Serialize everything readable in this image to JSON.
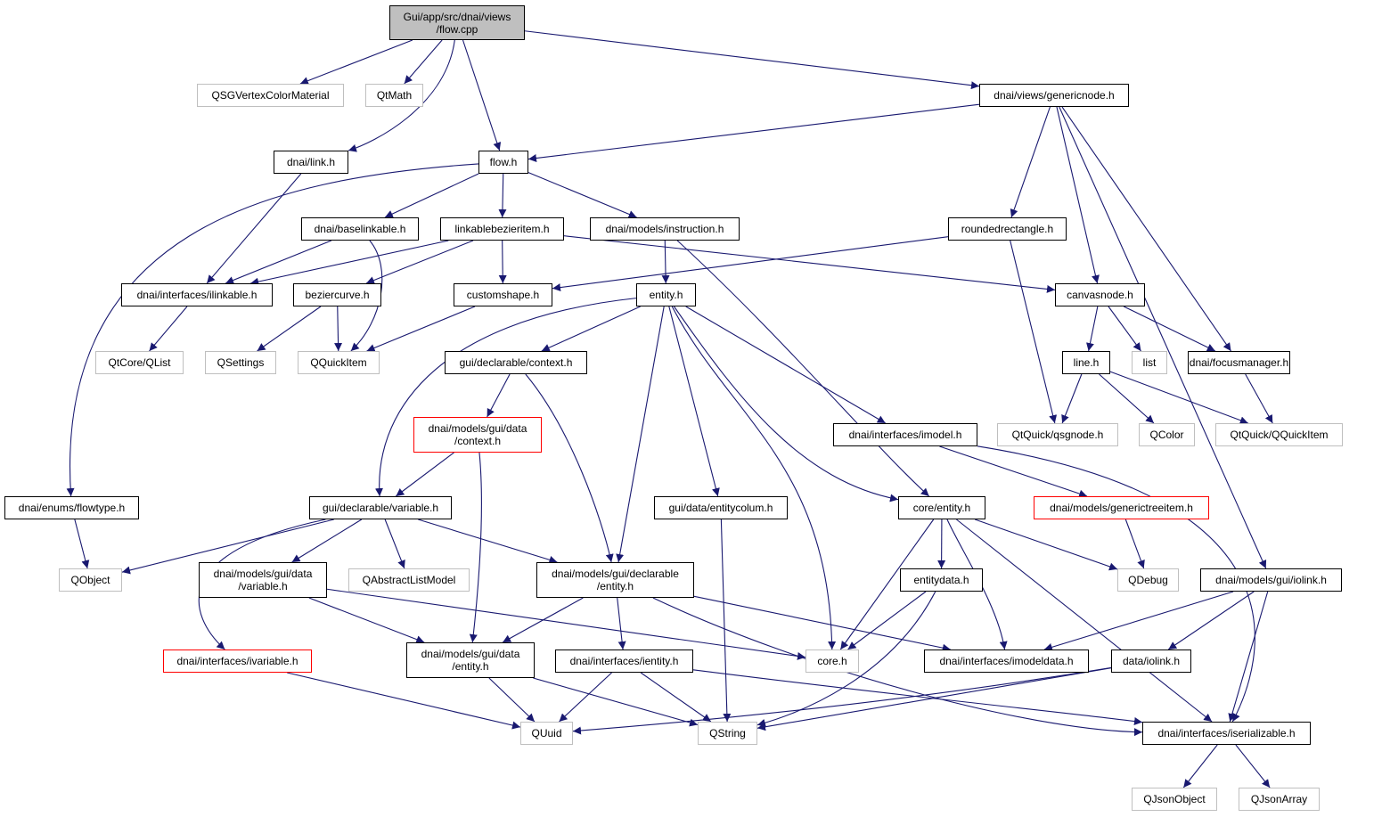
{
  "colors": {
    "edge": "#191970",
    "node_border": "#000000",
    "external_border": "#bfbfbf",
    "truncated_border": "#ff0000",
    "root_fill": "#bfbfbf"
  },
  "nodes": {
    "n0": {
      "label": "Gui/app/src/dnai/views\n/flow.cpp",
      "kind": "root"
    },
    "n1": {
      "label": "QSGVertexColorMaterial",
      "kind": "ext"
    },
    "n2": {
      "label": "QtMath",
      "kind": "ext"
    },
    "n3": {
      "label": "dnai/views/genericnode.h",
      "kind": "std"
    },
    "n4": {
      "label": "dnai/link.h",
      "kind": "std"
    },
    "n5": {
      "label": "flow.h",
      "kind": "std"
    },
    "n6": {
      "label": "dnai/baselinkable.h",
      "kind": "std"
    },
    "n7": {
      "label": "linkablebezieritem.h",
      "kind": "std"
    },
    "n8": {
      "label": "dnai/models/instruction.h",
      "kind": "std"
    },
    "n9": {
      "label": "roundedrectangle.h",
      "kind": "std"
    },
    "n10": {
      "label": "dnai/interfaces/ilinkable.h",
      "kind": "std"
    },
    "n11": {
      "label": "beziercurve.h",
      "kind": "std"
    },
    "n12": {
      "label": "customshape.h",
      "kind": "std"
    },
    "n13": {
      "label": "entity.h",
      "kind": "std"
    },
    "n14": {
      "label": "canvasnode.h",
      "kind": "std"
    },
    "n15": {
      "label": "QtCore/QList",
      "kind": "ext"
    },
    "n16": {
      "label": "QSettings",
      "kind": "ext"
    },
    "n17": {
      "label": "QQuickItem",
      "kind": "ext"
    },
    "n18": {
      "label": "gui/declarable/context.h",
      "kind": "std"
    },
    "n19": {
      "label": "line.h",
      "kind": "std"
    },
    "n20": {
      "label": "list",
      "kind": "ext"
    },
    "n21": {
      "label": "dnai/focusmanager.h",
      "kind": "std"
    },
    "n22": {
      "label": "dnai/models/gui/data\n/context.h",
      "kind": "red"
    },
    "n23": {
      "label": "dnai/interfaces/imodel.h",
      "kind": "std"
    },
    "n24": {
      "label": "QtQuick/qsgnode.h",
      "kind": "ext"
    },
    "n25": {
      "label": "QColor",
      "kind": "ext"
    },
    "n26": {
      "label": "QtQuick/QQuickItem",
      "kind": "ext"
    },
    "n27": {
      "label": "dnai/enums/flowtype.h",
      "kind": "std"
    },
    "n28": {
      "label": "gui/declarable/variable.h",
      "kind": "std"
    },
    "n29": {
      "label": "gui/data/entitycolum.h",
      "kind": "std"
    },
    "n30": {
      "label": "core/entity.h",
      "kind": "std"
    },
    "n31": {
      "label": "dnai/models/generictreeitem.h",
      "kind": "red"
    },
    "n32": {
      "label": "QObject",
      "kind": "ext"
    },
    "n33": {
      "label": "dnai/models/gui/data\n/variable.h",
      "kind": "std"
    },
    "n34": {
      "label": "QAbstractListModel",
      "kind": "ext"
    },
    "n35": {
      "label": "dnai/models/gui/declarable\n/entity.h",
      "kind": "std"
    },
    "n36": {
      "label": "entitydata.h",
      "kind": "std"
    },
    "n37": {
      "label": "QDebug",
      "kind": "ext"
    },
    "n38": {
      "label": "dnai/models/gui/iolink.h",
      "kind": "std"
    },
    "n39": {
      "label": "dnai/interfaces/ivariable.h",
      "kind": "red"
    },
    "n40": {
      "label": "dnai/models/gui/data\n/entity.h",
      "kind": "std"
    },
    "n41": {
      "label": "dnai/interfaces/ientity.h",
      "kind": "std"
    },
    "n42": {
      "label": "core.h",
      "kind": "ext"
    },
    "n43": {
      "label": "dnai/interfaces/imodeldata.h",
      "kind": "std"
    },
    "n44": {
      "label": "data/iolink.h",
      "kind": "std"
    },
    "n45": {
      "label": "QUuid",
      "kind": "ext"
    },
    "n46": {
      "label": "QString",
      "kind": "ext"
    },
    "n47": {
      "label": "dnai/interfaces/iserializable.h",
      "kind": "std"
    },
    "n48": {
      "label": "QJsonObject",
      "kind": "ext"
    },
    "n49": {
      "label": "QJsonArray",
      "kind": "ext"
    }
  },
  "edges": [
    [
      "n0",
      "n1"
    ],
    [
      "n0",
      "n2"
    ],
    [
      "n0",
      "n3"
    ],
    [
      "n0",
      "n4"
    ],
    [
      "n0",
      "n5"
    ],
    [
      "n3",
      "n5"
    ],
    [
      "n3",
      "n9"
    ],
    [
      "n3",
      "n14"
    ],
    [
      "n3",
      "n21"
    ],
    [
      "n3",
      "n38"
    ],
    [
      "n4",
      "n10"
    ],
    [
      "n5",
      "n6"
    ],
    [
      "n5",
      "n7"
    ],
    [
      "n5",
      "n8"
    ],
    [
      "n5",
      "n27"
    ],
    [
      "n6",
      "n10"
    ],
    [
      "n6",
      "n17"
    ],
    [
      "n7",
      "n10"
    ],
    [
      "n7",
      "n11"
    ],
    [
      "n7",
      "n12"
    ],
    [
      "n7",
      "n14"
    ],
    [
      "n8",
      "n13"
    ],
    [
      "n8",
      "n30"
    ],
    [
      "n9",
      "n12"
    ],
    [
      "n9",
      "n24"
    ],
    [
      "n10",
      "n15"
    ],
    [
      "n11",
      "n16"
    ],
    [
      "n11",
      "n17"
    ],
    [
      "n12",
      "n17"
    ],
    [
      "n13",
      "n18"
    ],
    [
      "n13",
      "n28"
    ],
    [
      "n13",
      "n35"
    ],
    [
      "n13",
      "n29"
    ],
    [
      "n13",
      "n42"
    ],
    [
      "n13",
      "n30"
    ],
    [
      "n13",
      "n23"
    ],
    [
      "n14",
      "n19"
    ],
    [
      "n14",
      "n20"
    ],
    [
      "n14",
      "n21"
    ],
    [
      "n18",
      "n22"
    ],
    [
      "n18",
      "n35"
    ],
    [
      "n19",
      "n24"
    ],
    [
      "n19",
      "n25"
    ],
    [
      "n19",
      "n26"
    ],
    [
      "n21",
      "n26"
    ],
    [
      "n22",
      "n28"
    ],
    [
      "n22",
      "n40"
    ],
    [
      "n23",
      "n31"
    ],
    [
      "n23",
      "n47"
    ],
    [
      "n27",
      "n32"
    ],
    [
      "n28",
      "n32"
    ],
    [
      "n28",
      "n39"
    ],
    [
      "n28",
      "n33"
    ],
    [
      "n28",
      "n34"
    ],
    [
      "n28",
      "n35"
    ],
    [
      "n29",
      "n46"
    ],
    [
      "n30",
      "n36"
    ],
    [
      "n30",
      "n42"
    ],
    [
      "n30",
      "n43"
    ],
    [
      "n30",
      "n37"
    ],
    [
      "n30",
      "n47"
    ],
    [
      "n31",
      "n37"
    ],
    [
      "n33",
      "n40"
    ],
    [
      "n33",
      "n42"
    ],
    [
      "n35",
      "n40"
    ],
    [
      "n35",
      "n41"
    ],
    [
      "n35",
      "n43"
    ],
    [
      "n35",
      "n47"
    ],
    [
      "n36",
      "n42"
    ],
    [
      "n36",
      "n46"
    ],
    [
      "n38",
      "n43"
    ],
    [
      "n38",
      "n44"
    ],
    [
      "n38",
      "n47"
    ],
    [
      "n39",
      "n45"
    ],
    [
      "n40",
      "n45"
    ],
    [
      "n40",
      "n46"
    ],
    [
      "n41",
      "n45"
    ],
    [
      "n41",
      "n46"
    ],
    [
      "n41",
      "n47"
    ],
    [
      "n44",
      "n45"
    ],
    [
      "n44",
      "n46"
    ],
    [
      "n47",
      "n48"
    ],
    [
      "n47",
      "n49"
    ]
  ]
}
